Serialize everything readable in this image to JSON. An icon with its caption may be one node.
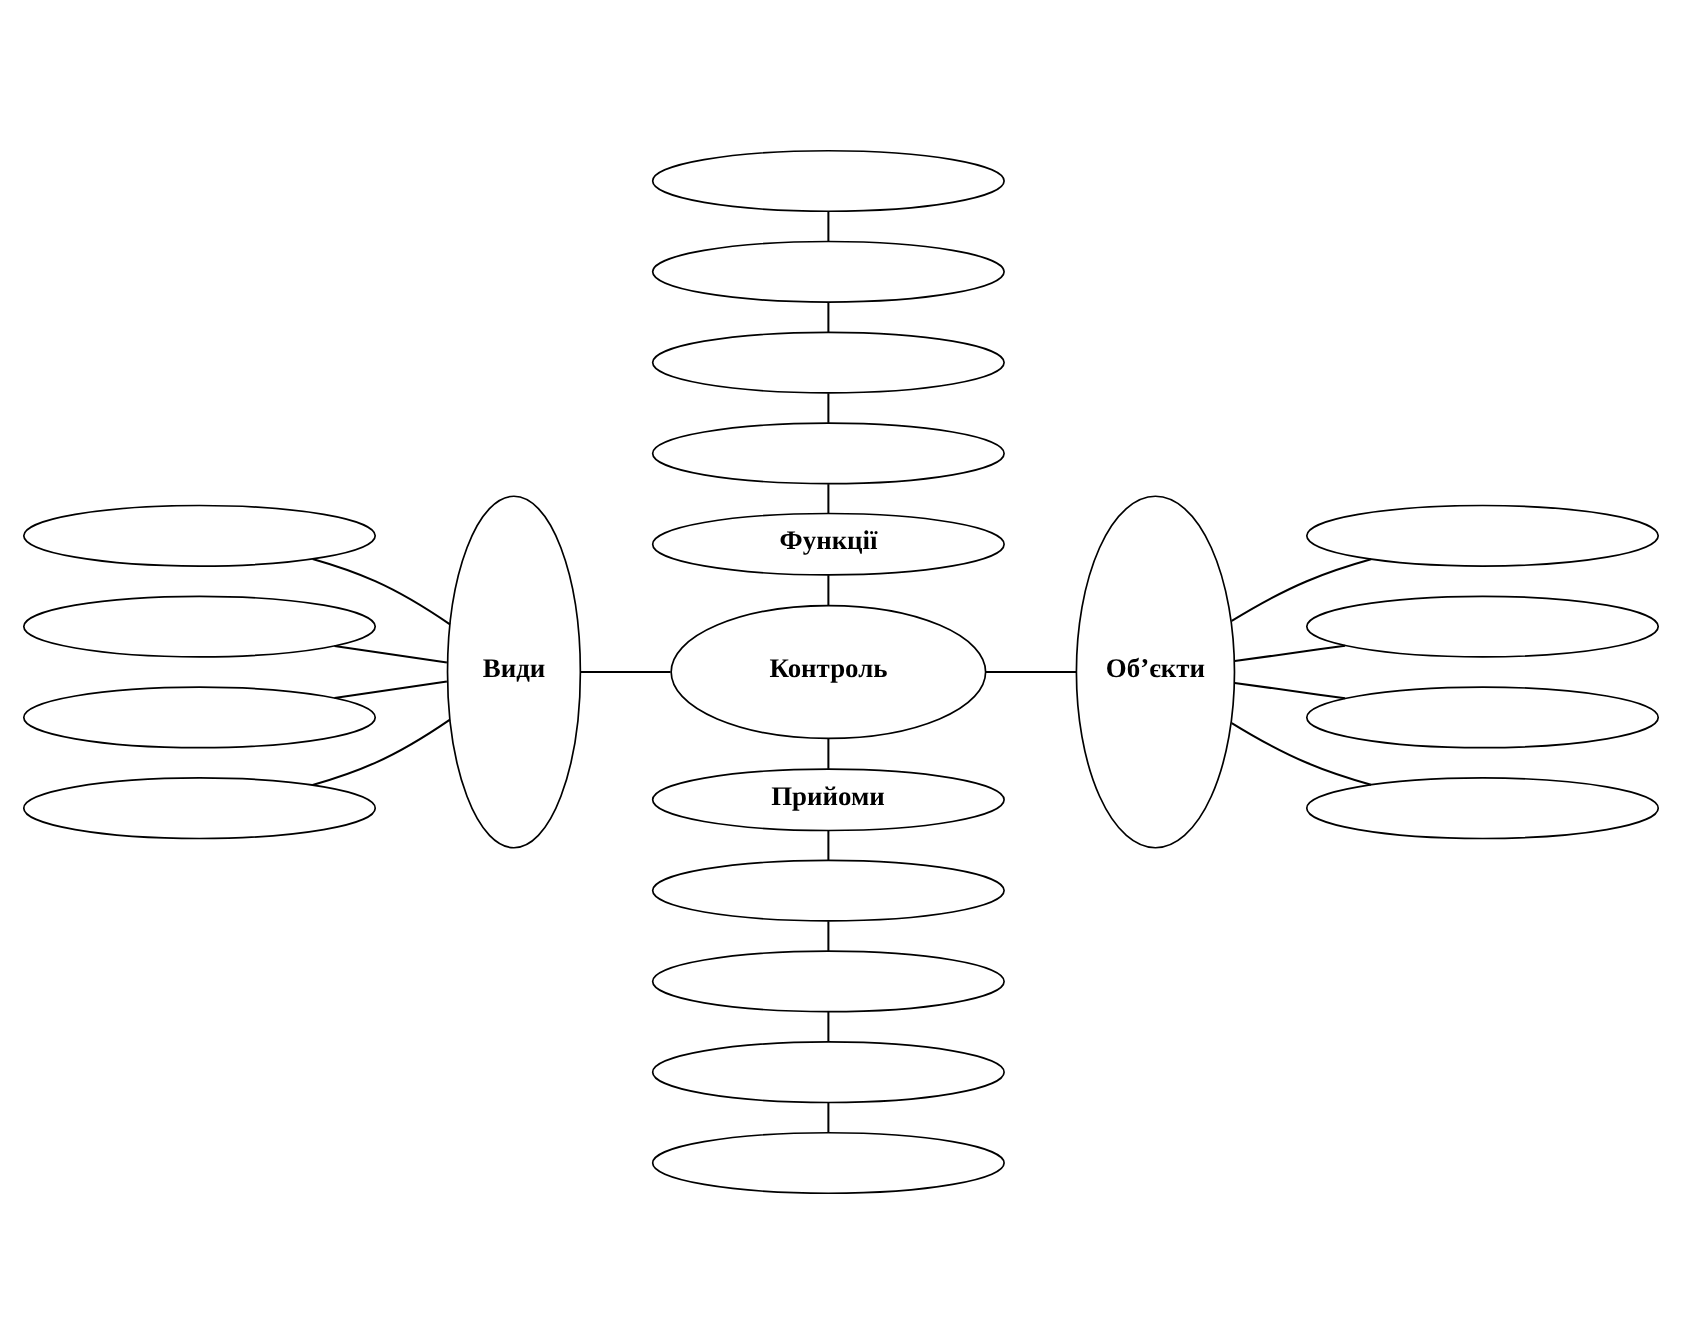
{
  "diagram": {
    "nodes": [
      {
        "text": [],
        "shape": "ellipse"
      },
      {
        "text": [],
        "shape": "ellipse"
      },
      {
        "text": [],
        "shape": "ellipse"
      },
      {
        "text": [],
        "shape": "ellipse"
      },
      {
        "text": [
          "Функції"
        ]
      },
      {
        "text": [
          "Види"
        ]
      },
      {
        "text": [
          "Контроль"
        ]
      },
      {
        "text": [
          "Об’єкти"
        ]
      },
      {
        "text": [],
        "shape": "ellipse"
      },
      {
        "text": [],
        "shape": "ellipse"
      },
      {
        "text": [],
        "shape": "ellipse"
      },
      {
        "text": [],
        "shape": "ellipse"
      },
      {
        "text": [],
        "shape": "ellipse"
      },
      {
        "text": [],
        "shape": "ellipse"
      },
      {
        "text": [],
        "shape": "ellipse"
      },
      {
        "text": [],
        "shape": "ellipse"
      },
      {
        "text": [
          "Прийоми"
        ]
      },
      {
        "text": [],
        "shape": "ellipse"
      },
      {
        "text": [],
        "shape": "ellipse"
      },
      {
        "text": [],
        "shape": "ellipse"
      },
      {
        "text": [],
        "shape": "ellipse"
      }
    ],
    "edges": [
      {
        "from": 0,
        "to": 1,
        "arrow": "none"
      },
      {
        "from": 1,
        "to": 2,
        "arrow": "none"
      },
      {
        "from": 2,
        "to": 3,
        "arrow": "none"
      },
      {
        "from": 3,
        "to": 4,
        "arrow": "none"
      },
      {
        "from": 4,
        "to": 6,
        "arrow": "none"
      },
      {
        "from": 6,
        "to": 16,
        "arrow": "none"
      },
      {
        "from": 16,
        "to": 17,
        "arrow": "none"
      },
      {
        "from": 17,
        "to": 18,
        "arrow": "none"
      },
      {
        "from": 18,
        "to": 19,
        "arrow": "none"
      },
      {
        "from": 19,
        "to": 20,
        "arrow": "none"
      },
      {
        "from": 5,
        "to": 6,
        "arrow": "none"
      },
      {
        "from": 6,
        "to": 7,
        "arrow": "none"
      },
      {
        "from": 8,
        "to": 5,
        "arrow": "none"
      },
      {
        "from": 9,
        "to": 5,
        "arrow": "none"
      },
      {
        "from": 10,
        "to": 5,
        "arrow": "none"
      },
      {
        "from": 11,
        "to": 5,
        "arrow": "none"
      },
      {
        "from": 7,
        "to": 12,
        "arrow": "none"
      },
      {
        "from": 7,
        "to": 13,
        "arrow": "none"
      },
      {
        "from": 7,
        "to": 14,
        "arrow": "none"
      },
      {
        "from": 7,
        "to": 15,
        "arrow": "none"
      }
    ]
  }
}
